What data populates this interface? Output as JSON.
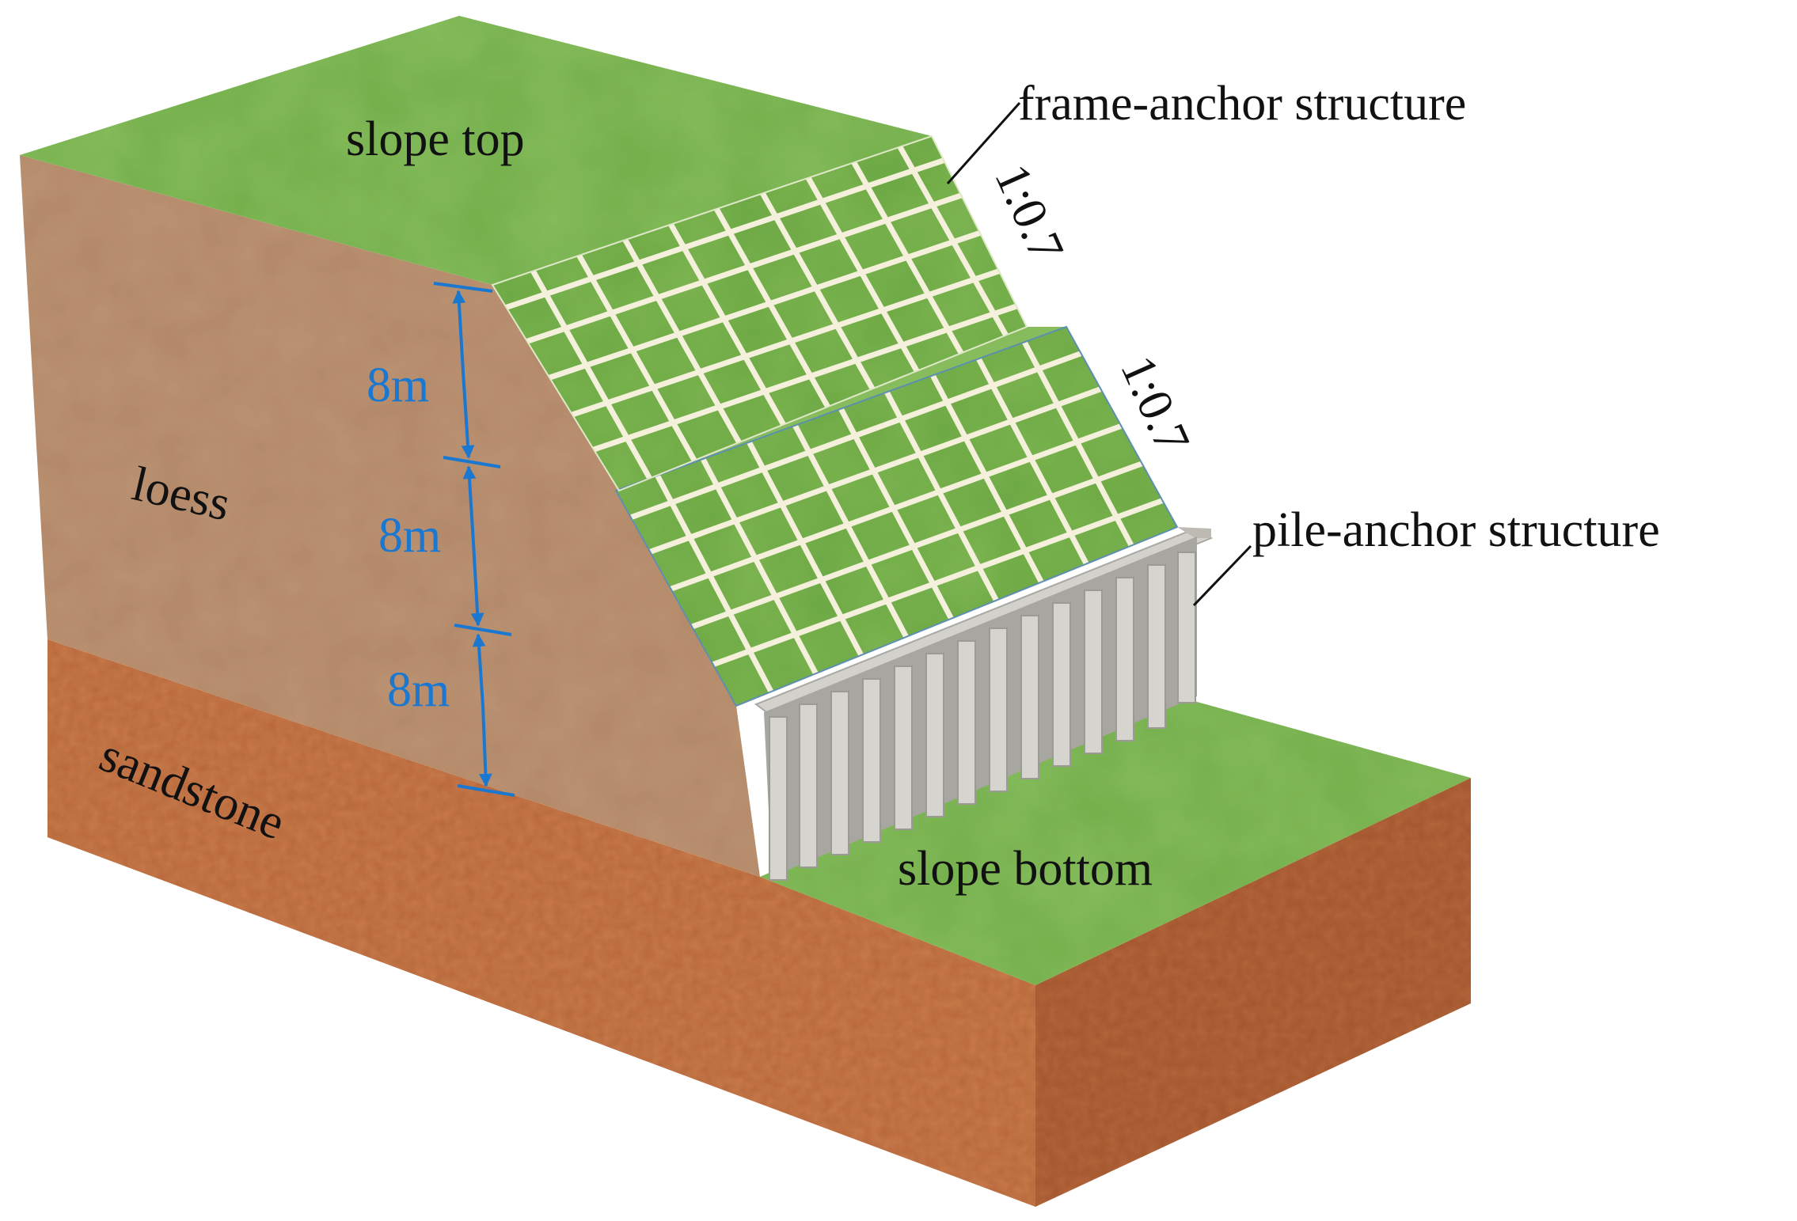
{
  "labels": {
    "slope_top": "slope top",
    "frame_anchor": "frame-anchor structure",
    "pile_anchor": "pile-anchor structure",
    "loess": "loess",
    "sandstone": "sandstone",
    "slope_bottom": "slope bottom",
    "ratio_upper": "1:0.7",
    "ratio_lower": "1:0.7"
  },
  "dimensions": {
    "segment_1": "8m",
    "segment_2": "8m",
    "segment_3": "8m"
  },
  "colors": {
    "grass": "#82b85a",
    "grass_dark": "#6ea447",
    "loess": "#b98f6f",
    "sandstone": "#c77848",
    "sandstone_dark": "#a9602f",
    "grid_line": "#f4f0dc",
    "pile": "#c9c7c2",
    "dimension": "#1a78d0"
  }
}
